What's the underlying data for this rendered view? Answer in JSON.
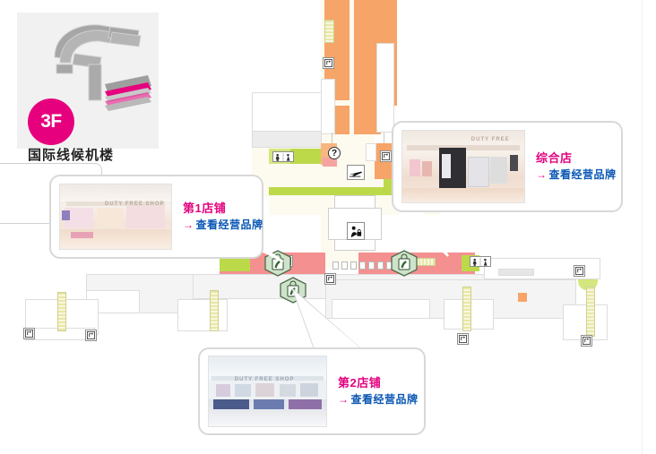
{
  "floor_card": {
    "badge": "3F",
    "label": "国际线候机楼",
    "thumb_icon": "terminal-3f-overview-icon"
  },
  "callouts": [
    {
      "id": "shop1",
      "title": "第1店铺",
      "link": "查看经营品牌",
      "arrow": "→",
      "photo_icon": "duty-free-shop-photo",
      "photo_sign": "DUTY FREE SHOP"
    },
    {
      "id": "shop2",
      "title": "第2店铺",
      "link": "查看经营品牌",
      "arrow": "→",
      "photo_icon": "duty-free-shop-photo",
      "photo_sign": "DUTY FREE SHOP"
    },
    {
      "id": "general",
      "title": "综合店",
      "link": "查看经营品牌",
      "arrow": "→",
      "photo_icon": "general-store-photo",
      "photo_sign": "DUTY FREE"
    }
  ],
  "map": {
    "shop_markers": [
      {
        "name": "shop-marker-1",
        "icon": "shopping-bag-icon"
      },
      {
        "name": "shop-marker-2",
        "icon": "shopping-bag-icon"
      },
      {
        "name": "shop-marker-3",
        "icon": "shopping-bag-icon"
      }
    ],
    "pictograms": [
      {
        "name": "information-icon",
        "glyph": "?"
      },
      {
        "name": "airplane-departure-icon",
        "glyph": "✈"
      },
      {
        "name": "security-check-icon",
        "glyph": "security"
      },
      {
        "name": "restroom-icon",
        "glyph": "wc"
      },
      {
        "name": "elevator-icon",
        "glyph": "elevator"
      }
    ]
  },
  "colors": {
    "magenta": "#e3007f",
    "link_blue": "#0b57b5",
    "corridor_orange": "#f6a468",
    "shop_zone_pink": "#f49090",
    "service_green": "#bcd94a",
    "concourse_cream": "#fdfaef"
  }
}
